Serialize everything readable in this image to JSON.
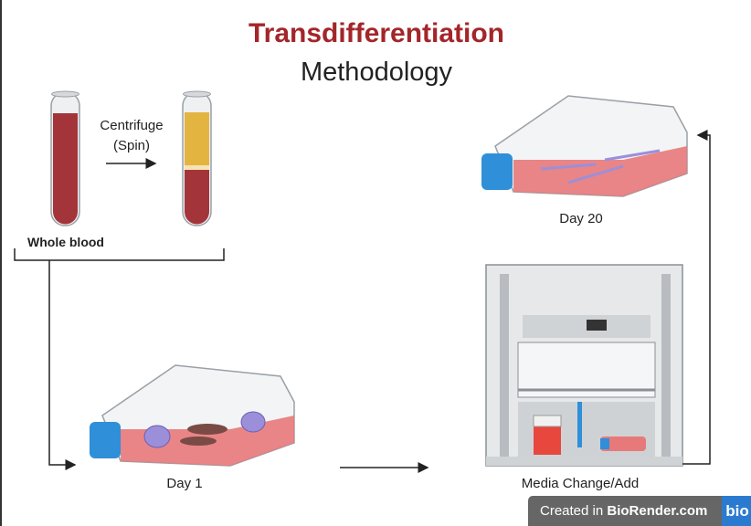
{
  "title": {
    "line1": "Transdifferentiation",
    "line2": "Methodology"
  },
  "labels": {
    "centrifuge": "Centrifuge",
    "spin": "(Spin)",
    "whole_blood": "Whole blood",
    "day1": "Day 1",
    "media_change": "Media Change/Add",
    "day20": "Day 20"
  },
  "badge": {
    "prefix": "Created in ",
    "brand": "BioRender.com",
    "logo": "bio"
  },
  "colors": {
    "title_red": "#a3262a",
    "blood": "#a3353a",
    "plasma": "#e4b441",
    "media": "#e8797a",
    "cap": "#2f8fd8"
  }
}
